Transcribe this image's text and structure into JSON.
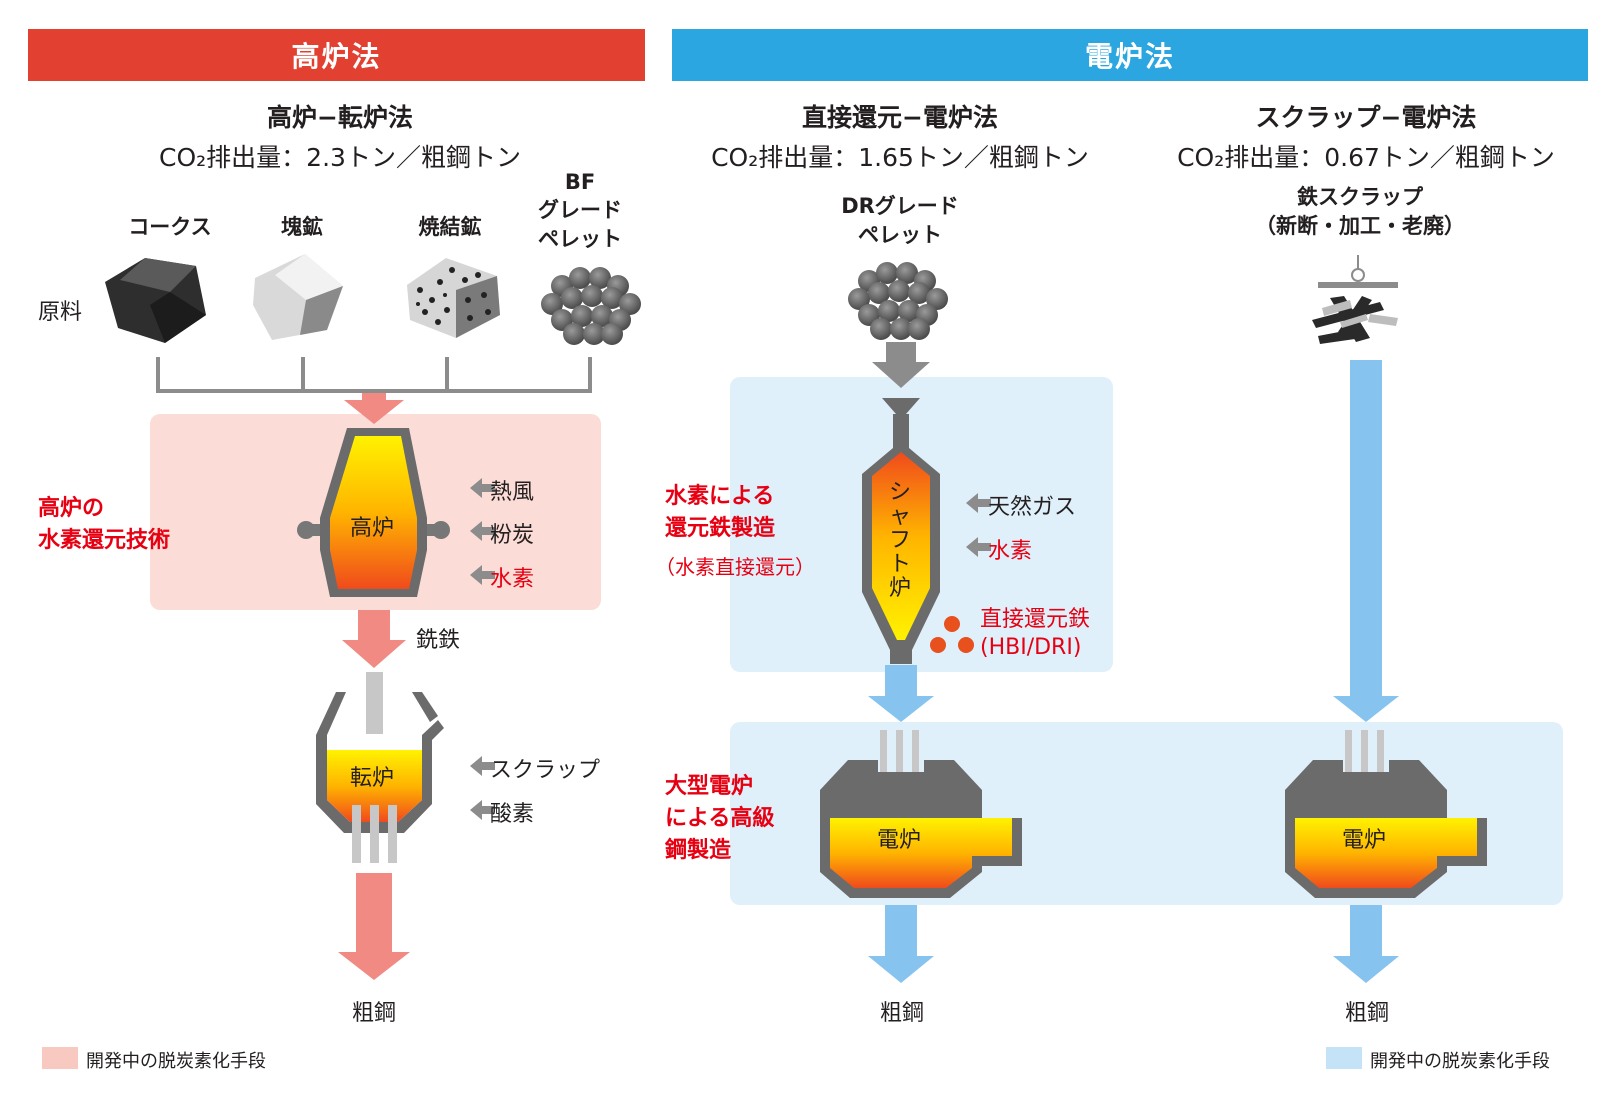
{
  "headers": {
    "left": "高炉法",
    "right": "電炉法"
  },
  "routes": {
    "bf": {
      "title": "高炉−転炉法",
      "co2": "CO₂排出量：2.3トン／粗鋼トン"
    },
    "dr": {
      "title": "直接還元−電炉法",
      "co2": "CO₂排出量：1.65トン／粗鋼トン"
    },
    "scrap": {
      "title": "スクラップ−電炉法",
      "co2": "CO₂排出量：0.67トン／粗鋼トン"
    }
  },
  "materials": {
    "row_label": "原料",
    "coke": "コークス",
    "lump_ore": "塊鉱",
    "sinter": "焼結鉱",
    "bf_pellet": [
      "BF",
      "グレード",
      "ペレット"
    ],
    "dr_pellet": [
      "DRグレード",
      "ペレット"
    ],
    "scrap": [
      "鉄スクラップ",
      "（新断・加工・老廃）"
    ]
  },
  "blast_furnace": {
    "label": "高炉",
    "tech": [
      "高炉の",
      "水素還元技術"
    ],
    "inputs": [
      "熱風",
      "粉炭",
      "水素"
    ],
    "output": "銑鉄"
  },
  "converter": {
    "label": "転炉",
    "inputs": [
      "スクラップ",
      "酸素"
    ]
  },
  "shaft_furnace": {
    "label": [
      "シ",
      "ャ",
      "フ",
      "ト",
      "炉"
    ],
    "tech": [
      "水素による",
      "還元鉄製造"
    ],
    "tech_sub": "（水素直接還元）",
    "inputs": [
      "天然ガス",
      "水素"
    ],
    "product": [
      "直接還元鉄",
      "(HBI/DRI)"
    ]
  },
  "eaf": {
    "label": "電炉",
    "tech": [
      "大型電炉",
      "による高級",
      "鋼製造"
    ]
  },
  "output": "粗鋼",
  "legend": {
    "text": "開発中の脱炭素化手段"
  },
  "colors": {
    "bf_header": "#e24131",
    "eaf_header": "#2ba6e1",
    "bf_zone": "#fbdcd6",
    "eaf_zone": "#dff0fb",
    "red_arrow": "#f08a82",
    "blue_arrow": "#86c3ee",
    "gray_arrow": "#8c8c8c",
    "highlight_text": "#e60012"
  }
}
